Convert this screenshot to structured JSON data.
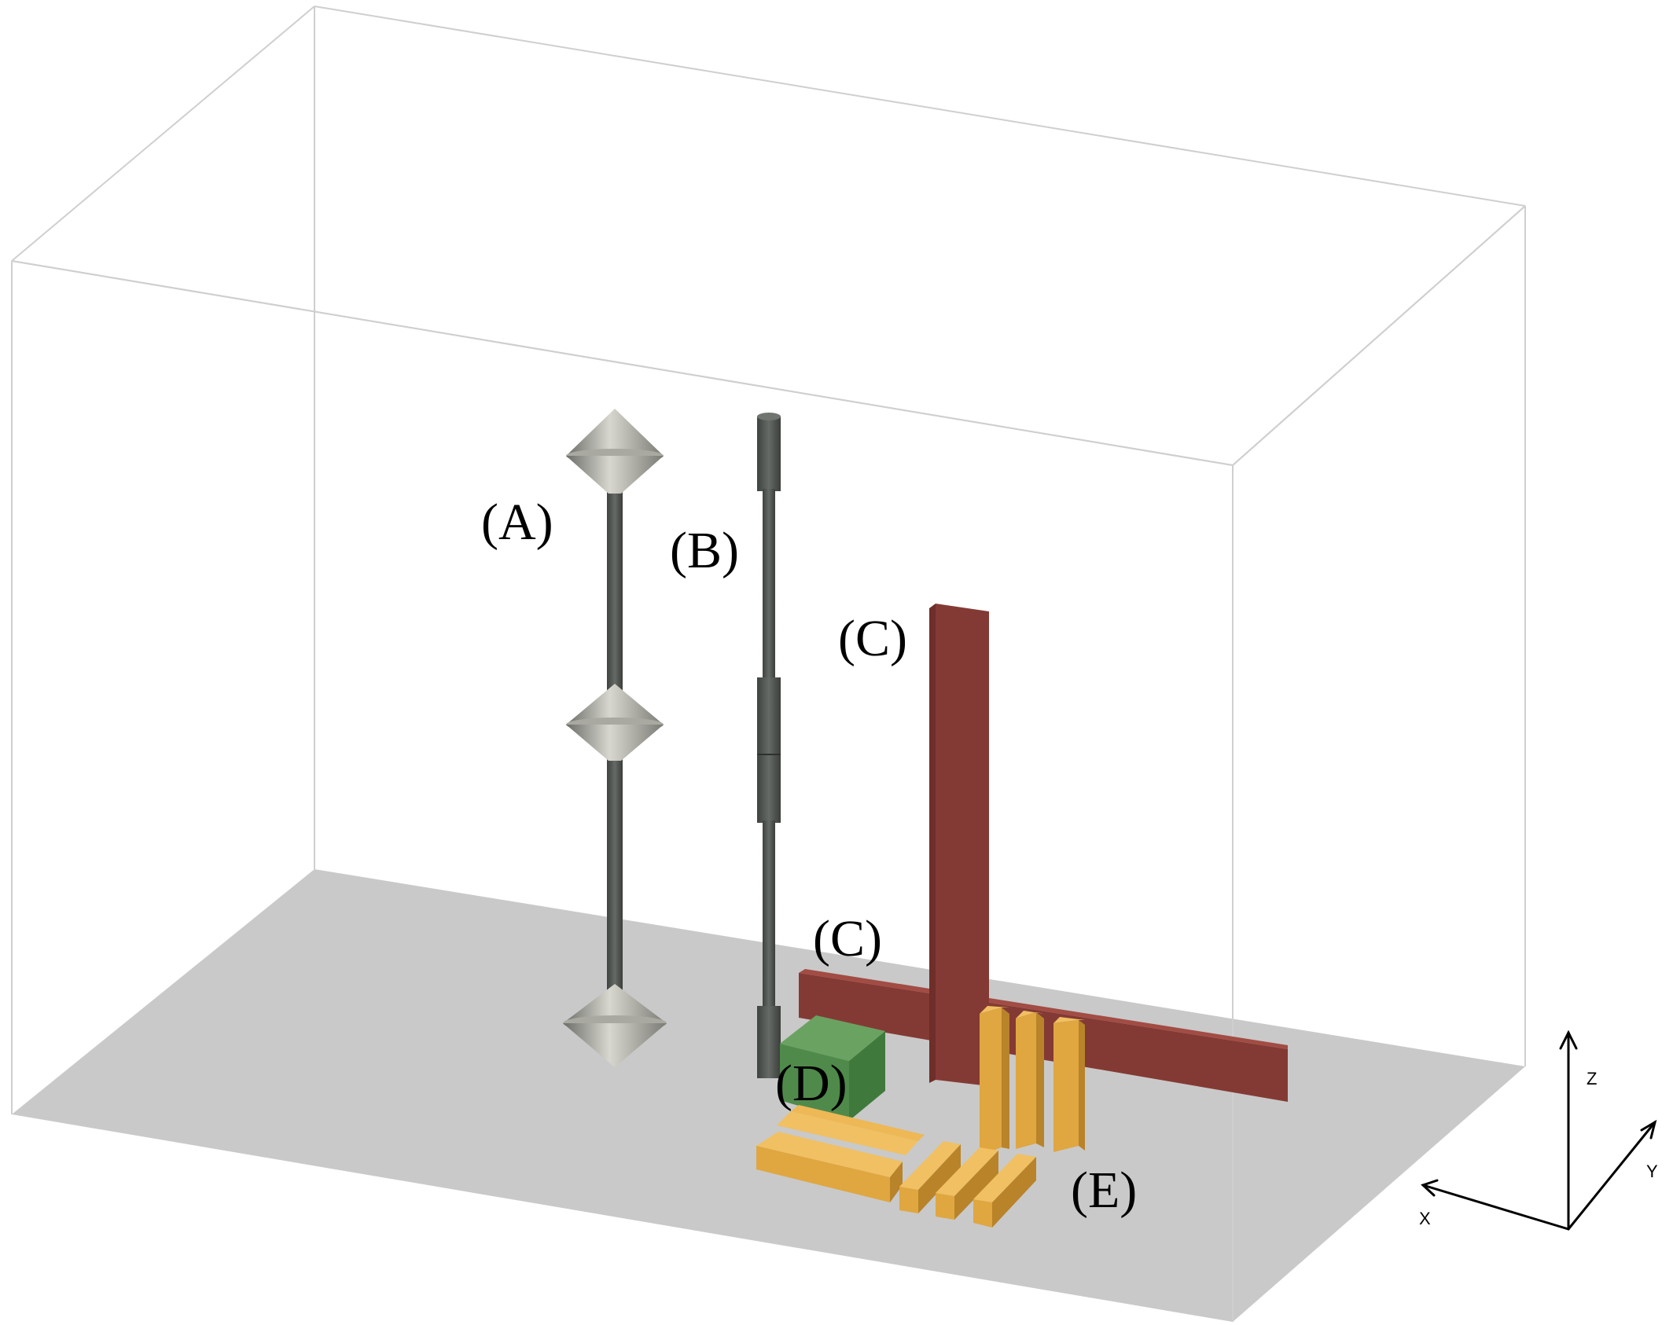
{
  "labels": {
    "a": "(A)",
    "b": "(B)",
    "c_upper": "(C)",
    "c_lower": "(C)",
    "d": "(D)",
    "e": "(E)"
  },
  "axes": {
    "x": "X",
    "y": "Y",
    "z": "Z"
  },
  "colors": {
    "floor": "#c9c9c9",
    "box_edge": "#cfcfcf",
    "rod_dark": "#505552",
    "cone_light": "#c9c8c1",
    "plate_red": "#843a34",
    "cube_green": "#4f8a4b",
    "bar_orange": "#e0a640"
  }
}
